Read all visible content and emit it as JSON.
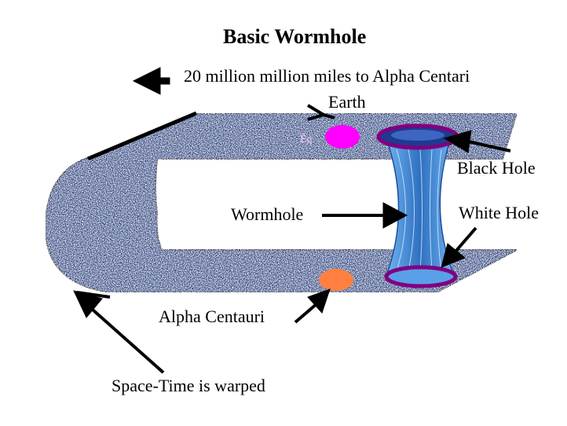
{
  "title": "Basic Wormhole",
  "labels": {
    "distance": "20 million million miles to Alpha Centari",
    "earth": "Earth",
    "black_hole": "Black Hole",
    "white_hole": "White Hole",
    "wormhole": "Wormhole",
    "alpha_centauri": "Alpha Centauri",
    "spacetime": "Space-Time is warped"
  },
  "colors": {
    "space": "#2f4c8c",
    "earth": "#ff00ff",
    "alpha_centauri": "#ff8040",
    "hole_ring": "#800080",
    "throat": "#4a8ed8",
    "arrow": "#000000"
  }
}
